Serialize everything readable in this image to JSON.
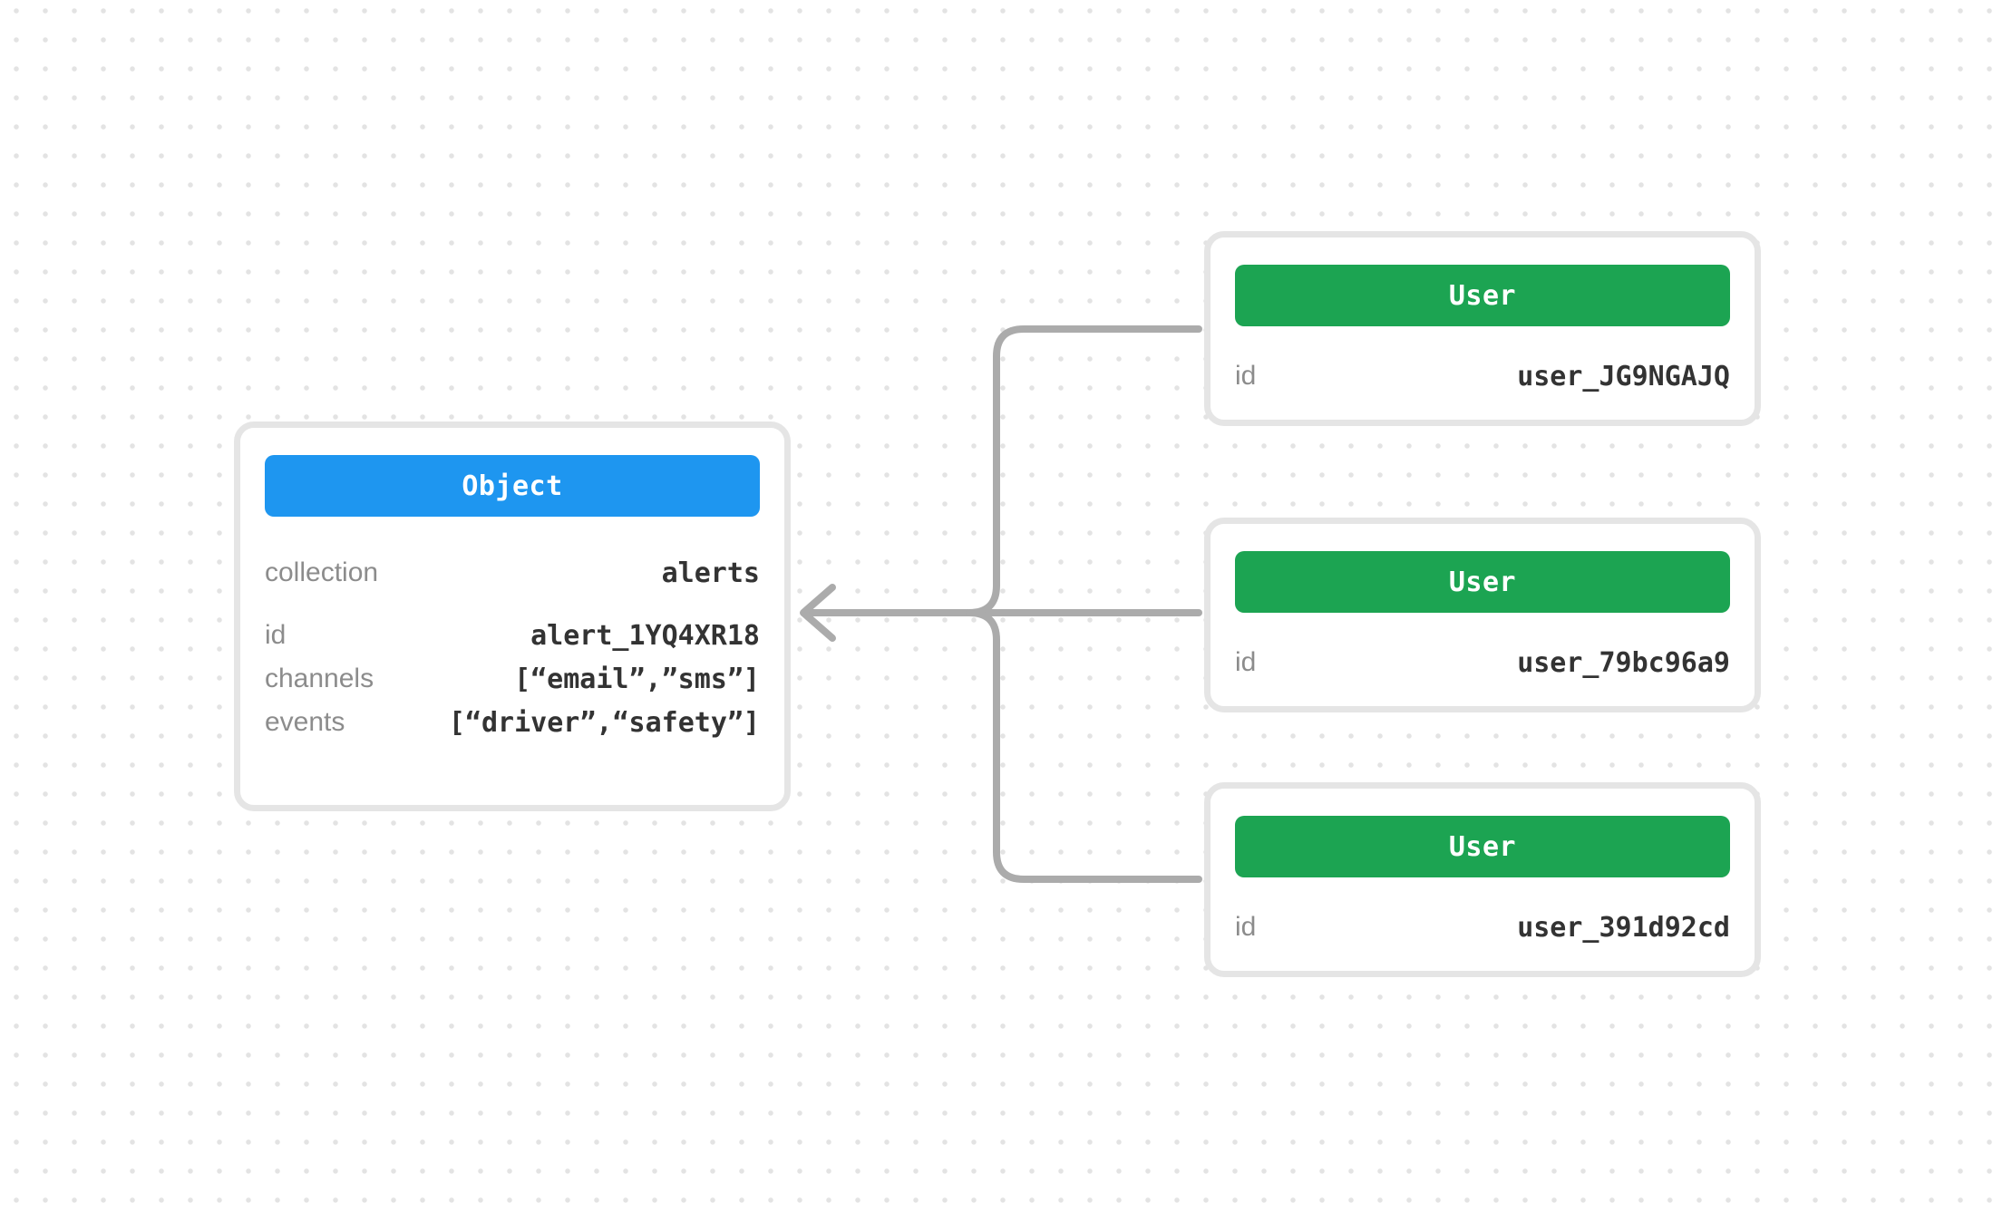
{
  "colors": {
    "object_header": "#1e96f0",
    "user_header": "#1ca452",
    "connector": "#ababab",
    "card_border": "#e5e5e5",
    "label_text": "#8c8c8c",
    "value_text": "#333333",
    "dot_grid": "#e3e3e3"
  },
  "object_card": {
    "header_label": "Object",
    "rows": [
      {
        "label": "collection",
        "value": "alerts"
      },
      {
        "label": "id",
        "value": "alert_1YQ4XR18"
      },
      {
        "label": "channels",
        "value": "[“email”,”sms”]"
      },
      {
        "label": "events",
        "value": "[“driver”,“safety”]"
      }
    ]
  },
  "user_cards": [
    {
      "header_label": "User",
      "rows": [
        {
          "label": "id",
          "value": "user_JG9NGAJQ"
        }
      ]
    },
    {
      "header_label": "User",
      "rows": [
        {
          "label": "id",
          "value": "user_79bc96a9"
        }
      ]
    },
    {
      "header_label": "User",
      "rows": [
        {
          "label": "id",
          "value": "user_391d92cd"
        }
      ]
    }
  ]
}
